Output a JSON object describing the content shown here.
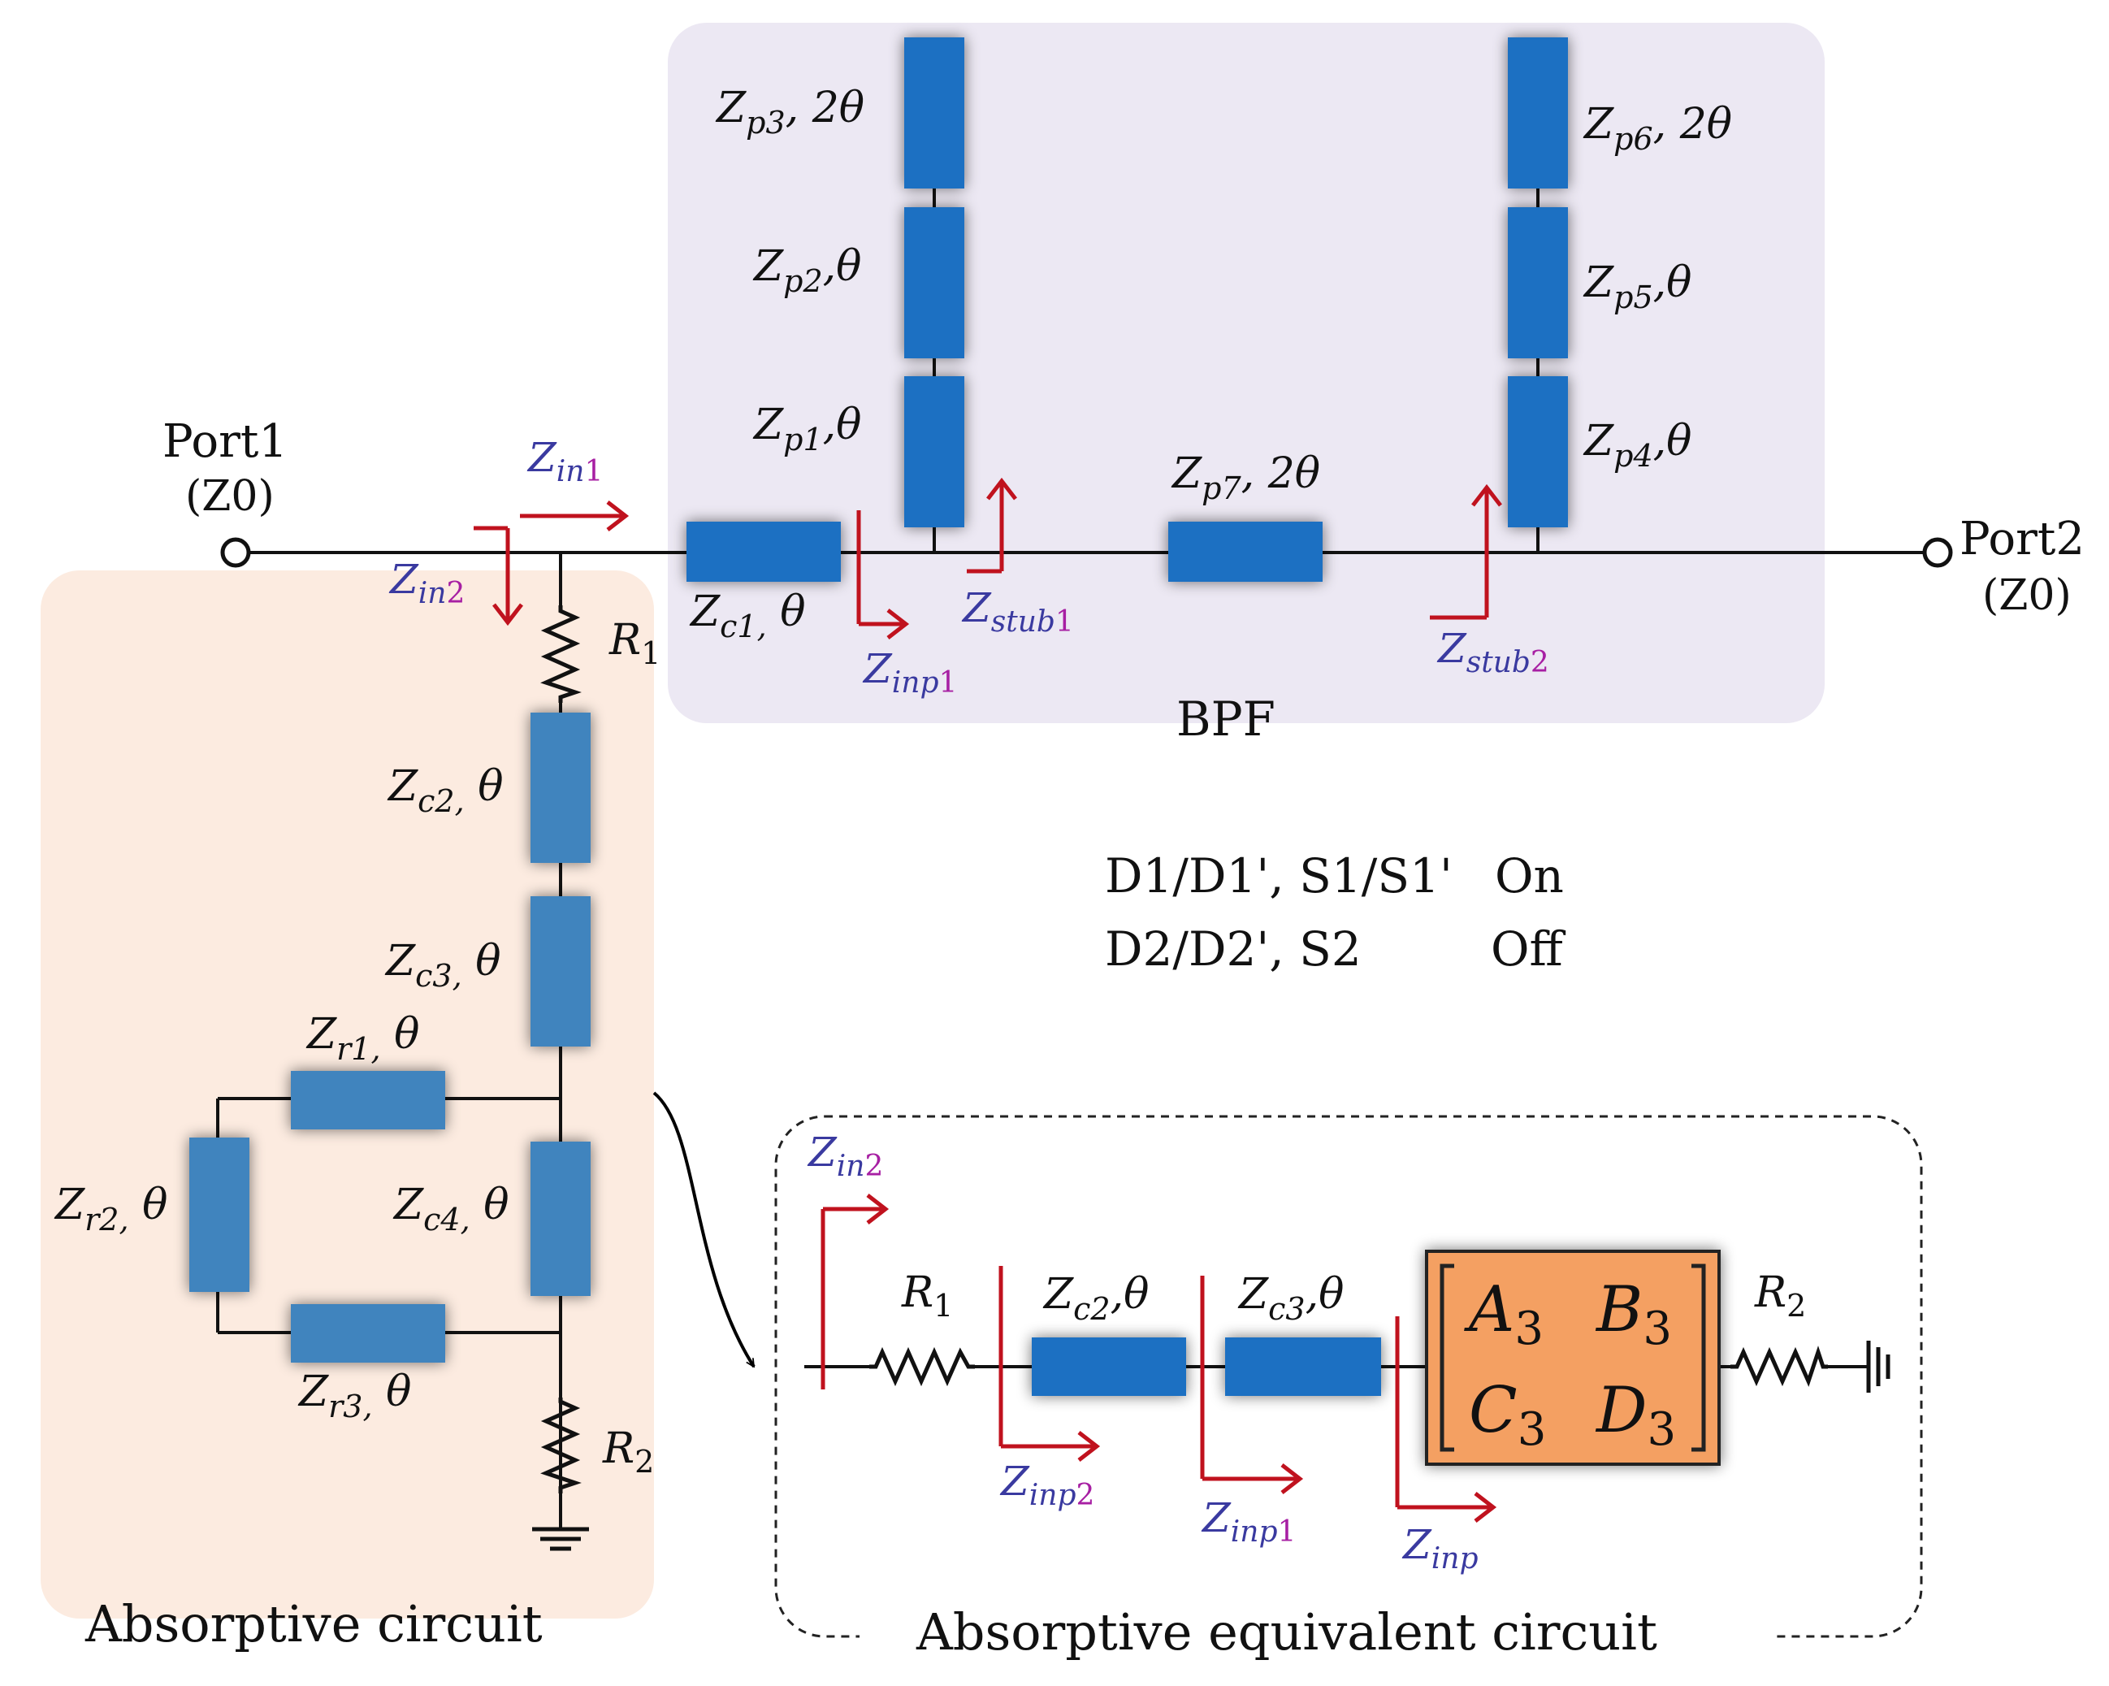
{
  "colors": {
    "bpf_background": "#ece8f3",
    "absorptive_background": "#fcebe0",
    "component_blue": "#1b6fc2",
    "component_steelblue": "#3f84be",
    "arrow_red": "#c0121e",
    "subscript_navy": "#3a3aa0",
    "subscript_magenta": "#a71fa3",
    "matrix_fill": "#f4a062"
  },
  "icons": [
    "port-terminal-icon",
    "resistor-icon",
    "ground-icon",
    "signal-arrow-icon"
  ],
  "ports": {
    "port1": {
      "name": "Port1",
      "impedance": "(Z0)"
    },
    "port2": {
      "name": "Port2",
      "impedance": "(Z0)"
    }
  },
  "sections": {
    "bpf": "BPF",
    "absorptive": "Absorptive circuit",
    "equivalent": "Absorptive equivalent circuit"
  },
  "states": {
    "row1": {
      "devices": "D1/D1', S1/S1'",
      "state": "On"
    },
    "row2": {
      "devices": "D2/D2', S2",
      "state": "Off"
    }
  },
  "labels": {
    "zp3": {
      "z": "Z",
      "sub": "p3",
      "rest": ", 2θ"
    },
    "zp2": {
      "z": "Z",
      "sub": "p2",
      "rest": ",θ"
    },
    "zp1": {
      "z": "Z",
      "sub": "p1",
      "rest": ",θ"
    },
    "zp6": {
      "z": "Z",
      "sub": "p6",
      "rest": ", 2θ"
    },
    "zp5": {
      "z": "Z",
      "sub": "p5",
      "rest": ",θ"
    },
    "zp4": {
      "z": "Z",
      "sub": "p4",
      "rest": ",θ"
    },
    "zp7": {
      "z": "Z",
      "sub": "p7",
      "rest": ", 2θ"
    },
    "zc1": {
      "z": "Z",
      "sub": "c1,",
      "rest": " θ"
    },
    "zc2": {
      "z": "Z",
      "sub": "c2,",
      "rest": " θ"
    },
    "zc3": {
      "z": "Z",
      "sub": "c3,",
      "rest": " θ"
    },
    "zc4": {
      "z": "Z",
      "sub": "c4,",
      "rest": " θ"
    },
    "zr1": {
      "z": "Z",
      "sub": "r1,",
      "rest": " θ"
    },
    "zr2": {
      "z": "Z",
      "sub": "r2,",
      "rest": " θ"
    },
    "zr3": {
      "z": "Z",
      "sub": "r3,",
      "rest": " θ"
    },
    "r1": {
      "z": "R",
      "sub": "1"
    },
    "r2": {
      "z": "R",
      "sub": "2"
    },
    "eq_r1": {
      "z": "R",
      "sub": "1"
    },
    "eq_r2": {
      "z": "R",
      "sub": "2"
    },
    "eq_zc2": {
      "z": "Z",
      "sub": "c2",
      "rest": ",θ"
    },
    "eq_zc3": {
      "z": "Z",
      "sub": "c3",
      "rest": ",θ"
    },
    "zin1": {
      "z": "Z",
      "sub_a": "in",
      "sub_b": "1"
    },
    "zin2": {
      "z": "Z",
      "sub_a": "in",
      "sub_b": "2"
    },
    "zinp1": {
      "z": "Z",
      "sub_a": "inp",
      "sub_b": "1"
    },
    "zstub1": {
      "z": "Z",
      "sub_a": "stub",
      "sub_b": "1"
    },
    "zstub2": {
      "z": "Z",
      "sub_a": "stub",
      "sub_b": "2"
    },
    "eq_zin2": {
      "z": "Z",
      "sub_a": "in",
      "sub_b": "2"
    },
    "eq_zinp2": {
      "z": "Z",
      "sub_a": "inp",
      "sub_b": "2"
    },
    "eq_zinp1": {
      "z": "Z",
      "sub_a": "inp",
      "sub_b": "1"
    },
    "eq_zinp": {
      "z": "Z",
      "sub_a": "inp",
      "sub_b": ""
    }
  },
  "matrix": {
    "a": {
      "l": "A",
      "s": "3"
    },
    "b": {
      "l": "B",
      "s": "3"
    },
    "c": {
      "l": "C",
      "s": "3"
    },
    "d": {
      "l": "D",
      "s": "3"
    }
  }
}
